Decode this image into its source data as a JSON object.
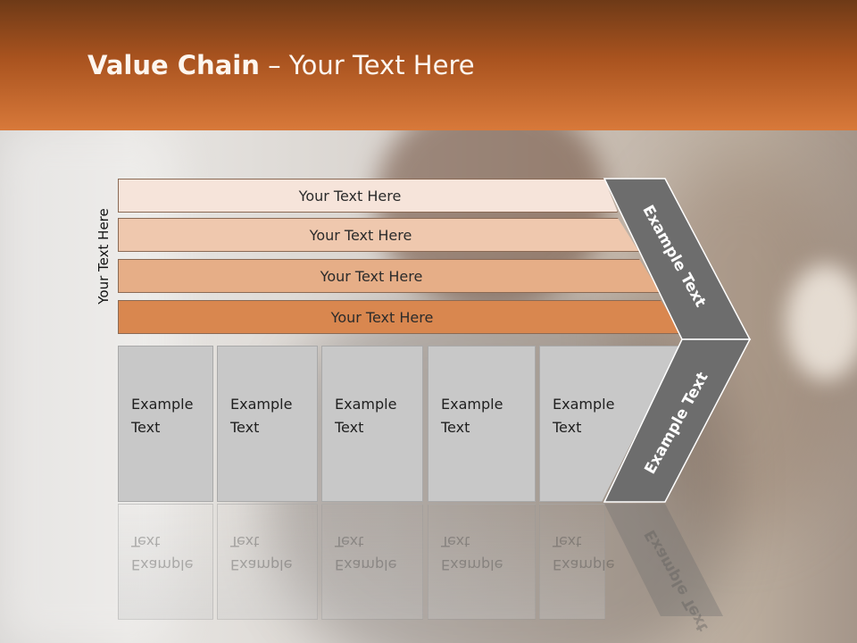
{
  "slide": {
    "title_bold": "Value Chain",
    "title_rest": " – Your Text Here",
    "side_label": "Your Text Here"
  },
  "bands": [
    {
      "label": "Your Text Here",
      "color": "#f6e4da"
    },
    {
      "label": "Your Text Here",
      "color": "#efc8ae"
    },
    {
      "label": "Your Text Here",
      "color": "#e6ae87"
    },
    {
      "label": "Your Text Here",
      "color": "#d9874f"
    }
  ],
  "columns": [
    {
      "label": "Example Text"
    },
    {
      "label": "Example Text"
    },
    {
      "label": "Example Text"
    },
    {
      "label": "Example Text"
    },
    {
      "label": "Example Text"
    }
  ],
  "arrow": {
    "upper_label": "Example Text",
    "lower_label": "Example Text",
    "color": "#6d6d6d"
  }
}
